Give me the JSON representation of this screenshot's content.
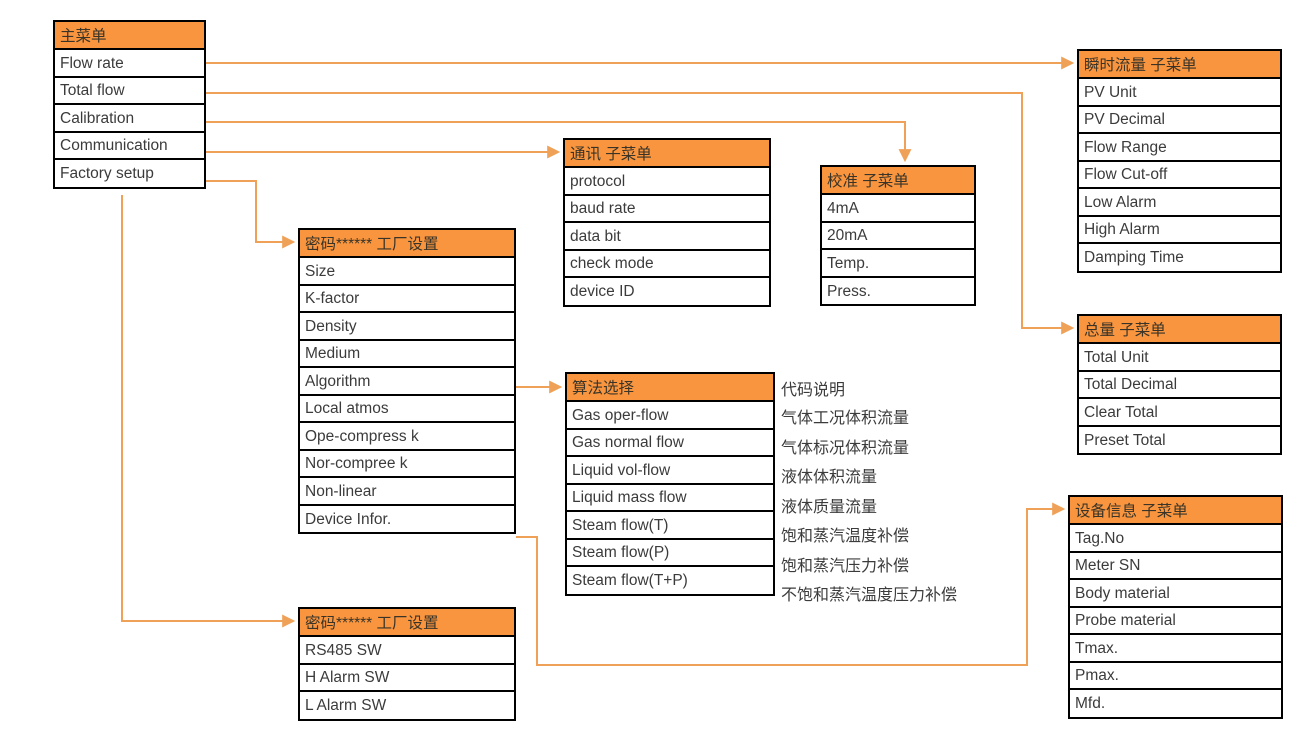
{
  "diagram": {
    "colors": {
      "header_background": "#F8953E",
      "arrow": "#F0A158",
      "border": "#000000",
      "text": "#3B3B3B",
      "page_background": "#FFFFFF"
    },
    "boxes": {
      "main_menu": {
        "title": "主菜单",
        "items": [
          "Flow rate",
          "Total flow",
          "Calibration",
          "Communication",
          "Factory setup"
        ]
      },
      "factory_setup_password": {
        "title": "密码****** 工厂设置",
        "items": [
          "Size",
          "K-factor",
          "Density",
          "Medium",
          "Algorithm",
          "Local atmos",
          "Ope-compress k",
          "Nor-compree k",
          "Non-linear",
          "Device Infor."
        ]
      },
      "communication_submenu": {
        "title": "通讯 子菜单",
        "items": [
          "protocol",
          "baud rate",
          "data bit",
          "check mode",
          "device ID"
        ]
      },
      "calibration_submenu": {
        "title": "校准 子菜单",
        "items": [
          "4mA",
          "20mA",
          "Temp.",
          "Press."
        ]
      },
      "instant_flow_submenu": {
        "title": "瞬时流量 子菜单",
        "items": [
          "PV Unit",
          "PV Decimal",
          "Flow Range",
          "Flow Cut-off",
          "Low Alarm",
          "High Alarm",
          "Damping Time"
        ]
      },
      "total_submenu": {
        "title": "总量 子菜单",
        "items": [
          "Total Unit",
          "Total Decimal",
          "Clear Total",
          "Preset Total"
        ]
      },
      "algorithm_select": {
        "title": "算法选择",
        "items": [
          "Gas oper-flow",
          "Gas normal flow",
          "Liquid vol-flow",
          "Liquid mass flow",
          "Steam flow(T)",
          "Steam flow(P)",
          "Steam flow(T+P)"
        ]
      },
      "factory_setup_password_2": {
        "title": "密码****** 工厂设置",
        "items": [
          "RS485 SW",
          "H Alarm SW",
          "L Alarm SW"
        ]
      },
      "device_info_submenu": {
        "title": "设备信息 子菜单",
        "items": [
          "Tag.No",
          "Meter SN",
          "Body material",
          "Probe material",
          "Tmax.",
          "Pmax.",
          "Mfd."
        ]
      }
    },
    "code_notes": {
      "header": "代码说明",
      "items": [
        "气体工况体积流量",
        "气体标况体积流量",
        "液体体积流量",
        "液体质量流量",
        "饱和蒸汽温度补偿",
        "饱和蒸汽压力补偿",
        "不饱和蒸汽温度压力补偿"
      ]
    },
    "connections": [
      {
        "from_box": "main_menu",
        "from_item": "Flow rate",
        "to_box": "instant_flow_submenu"
      },
      {
        "from_box": "main_menu",
        "from_item": "Total flow",
        "to_box": "total_submenu"
      },
      {
        "from_box": "main_menu",
        "from_item": "Calibration",
        "to_box": "calibration_submenu"
      },
      {
        "from_box": "main_menu",
        "from_item": "Communication",
        "to_box": "communication_submenu"
      },
      {
        "from_box": "main_menu",
        "from_item": "Factory setup",
        "to_box": "factory_setup_password"
      },
      {
        "from_box": "main_menu",
        "from_item": "Factory setup",
        "to_box": "factory_setup_password_2"
      },
      {
        "from_box": "factory_setup_password",
        "from_item": "Algorithm",
        "to_box": "algorithm_select"
      },
      {
        "from_box": "factory_setup_password",
        "from_item": "Device Infor.",
        "to_box": "device_info_submenu"
      }
    ]
  }
}
